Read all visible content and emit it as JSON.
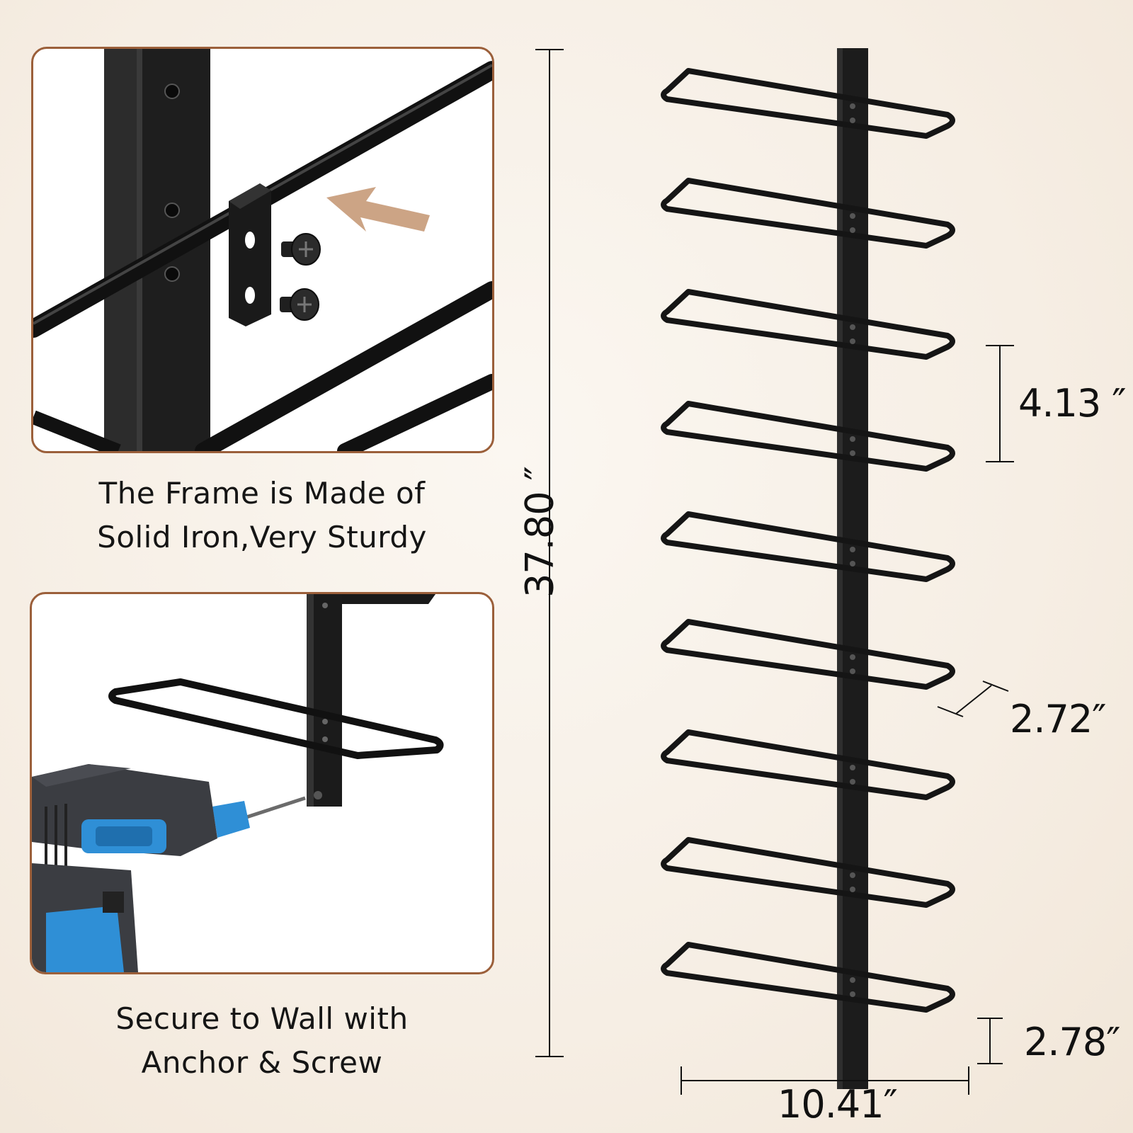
{
  "captions": {
    "frame_line1": "The Frame is Made of",
    "frame_line2": "Solid Iron,Very Sturdy",
    "secure_line1": "Secure to Wall with",
    "secure_line2": "Anchor & Screw"
  },
  "dimensions": {
    "total_height": "37.80 ″",
    "shelf_spacing": "4.13 ″",
    "shelf_depth": "2.72″",
    "bottom_gap": "2.78″",
    "width": "10.41″"
  },
  "colors": {
    "frame_border": "#9b5f3a",
    "metal": "#1b1b1b",
    "arrow": "#c79a78",
    "drill_blue": "#2f8fd6",
    "drill_grey": "#3b3d42"
  },
  "icons": [
    "arrow-icon",
    "screw-icon",
    "drill-icon"
  ]
}
